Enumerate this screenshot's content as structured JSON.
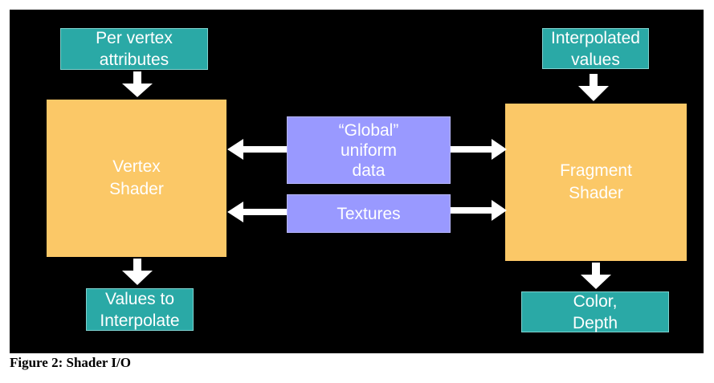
{
  "diagram": {
    "nodes": {
      "per_vertex_attributes": {
        "label": "Per vertex\nattributes"
      },
      "vertex_shader": {
        "label": "Vertex\nShader"
      },
      "values_to_interpolate": {
        "label": "Values to\nInterpolate"
      },
      "global_uniform_data": {
        "label": "“Global”\nuniform\ndata"
      },
      "textures": {
        "label": "Textures"
      },
      "interpolated_values": {
        "label": "Interpolated\nvalues"
      },
      "fragment_shader": {
        "label": "Fragment\nShader"
      },
      "color_depth": {
        "label": "Color,\nDepth"
      }
    },
    "edges": [
      {
        "from": "per_vertex_attributes",
        "to": "vertex_shader"
      },
      {
        "from": "vertex_shader",
        "to": "values_to_interpolate"
      },
      {
        "from": "global_uniform_data",
        "to": "vertex_shader"
      },
      {
        "from": "global_uniform_data",
        "to": "fragment_shader"
      },
      {
        "from": "textures",
        "to": "vertex_shader"
      },
      {
        "from": "textures",
        "to": "fragment_shader"
      },
      {
        "from": "interpolated_values",
        "to": "fragment_shader"
      },
      {
        "from": "fragment_shader",
        "to": "color_depth"
      }
    ],
    "colors": {
      "background": "#000000",
      "io_box": "#2aa9a6",
      "shader_box": "#fbc867",
      "shared_resource_box": "#9999ff",
      "arrow": "#ffffff"
    }
  },
  "caption": "Figure 2: Shader I/O"
}
